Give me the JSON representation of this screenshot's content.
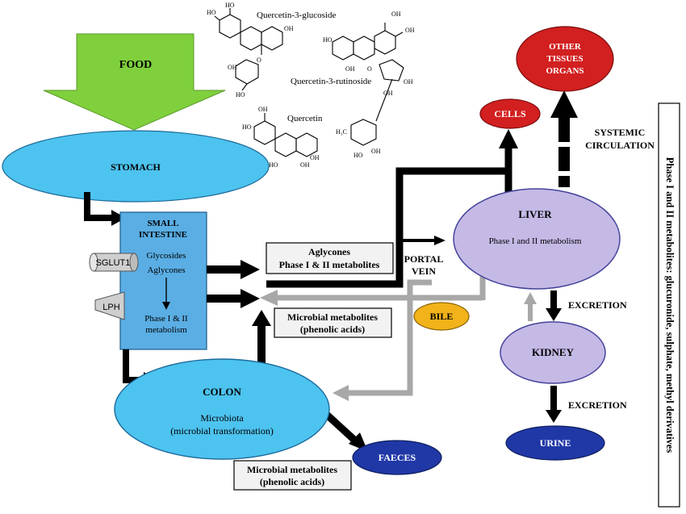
{
  "colors": {
    "stomach": "#4dc3ef",
    "small_intestine": "#5aaee4",
    "colon": "#4dc3ef",
    "liver": "#c5b9e6",
    "kidney": "#c5b9e6",
    "food": "#7fd03c",
    "red_node": "#d21f1f",
    "blue_node": "#2038a6",
    "bile": "#f1b21a",
    "gray_arrow": "#a8a8a8",
    "black_arrow": "#000000"
  },
  "structures": {
    "quercetin_3_glucoside": "Quercetin-3-glucoside",
    "quercetin_3_rutinoside": "Quercetin-3-rutinoside",
    "quercetin": "Quercetin"
  },
  "nodes": {
    "food": "FOOD",
    "stomach": "STOMACH",
    "small_intestine": [
      "SMALL",
      "INTESTINE"
    ],
    "si_content": [
      "Glycosides",
      "Aglycones",
      "Phase I & II",
      "metabolism"
    ],
    "sglut1": "SGLUT1",
    "lph": "LPH",
    "colon_title": "COLON",
    "colon_lines": [
      "Microbiota",
      "(microbial transformation)"
    ],
    "faeces": "FAECES",
    "liver_title": "LIVER",
    "liver_sub": "Phase I and II metabolism",
    "kidney": "KIDNEY",
    "urine": "URINE",
    "cells": "CELLS",
    "other_tissues": [
      "OTHER",
      "TISSUES",
      "ORGANS"
    ],
    "bile": "BILE"
  },
  "labels": {
    "aglycones_box": [
      "Aglycones",
      "Phase I & II metabolites"
    ],
    "portal_vein": [
      "PORTAL",
      "VEIN"
    ],
    "microbial_upper": [
      "Microbial metabolites",
      "(phenolic acids)"
    ],
    "microbial_lower": [
      "Microbial metabolites",
      "(phenolic acids)"
    ],
    "systemic": [
      "SYSTEMIC",
      "CIRCULATION"
    ],
    "excretion_1": "EXCRETION",
    "excretion_2": "EXCRETION",
    "side_note": "Phase I and II metabolites: glucuronide, sulphate, methyl derivatives"
  }
}
